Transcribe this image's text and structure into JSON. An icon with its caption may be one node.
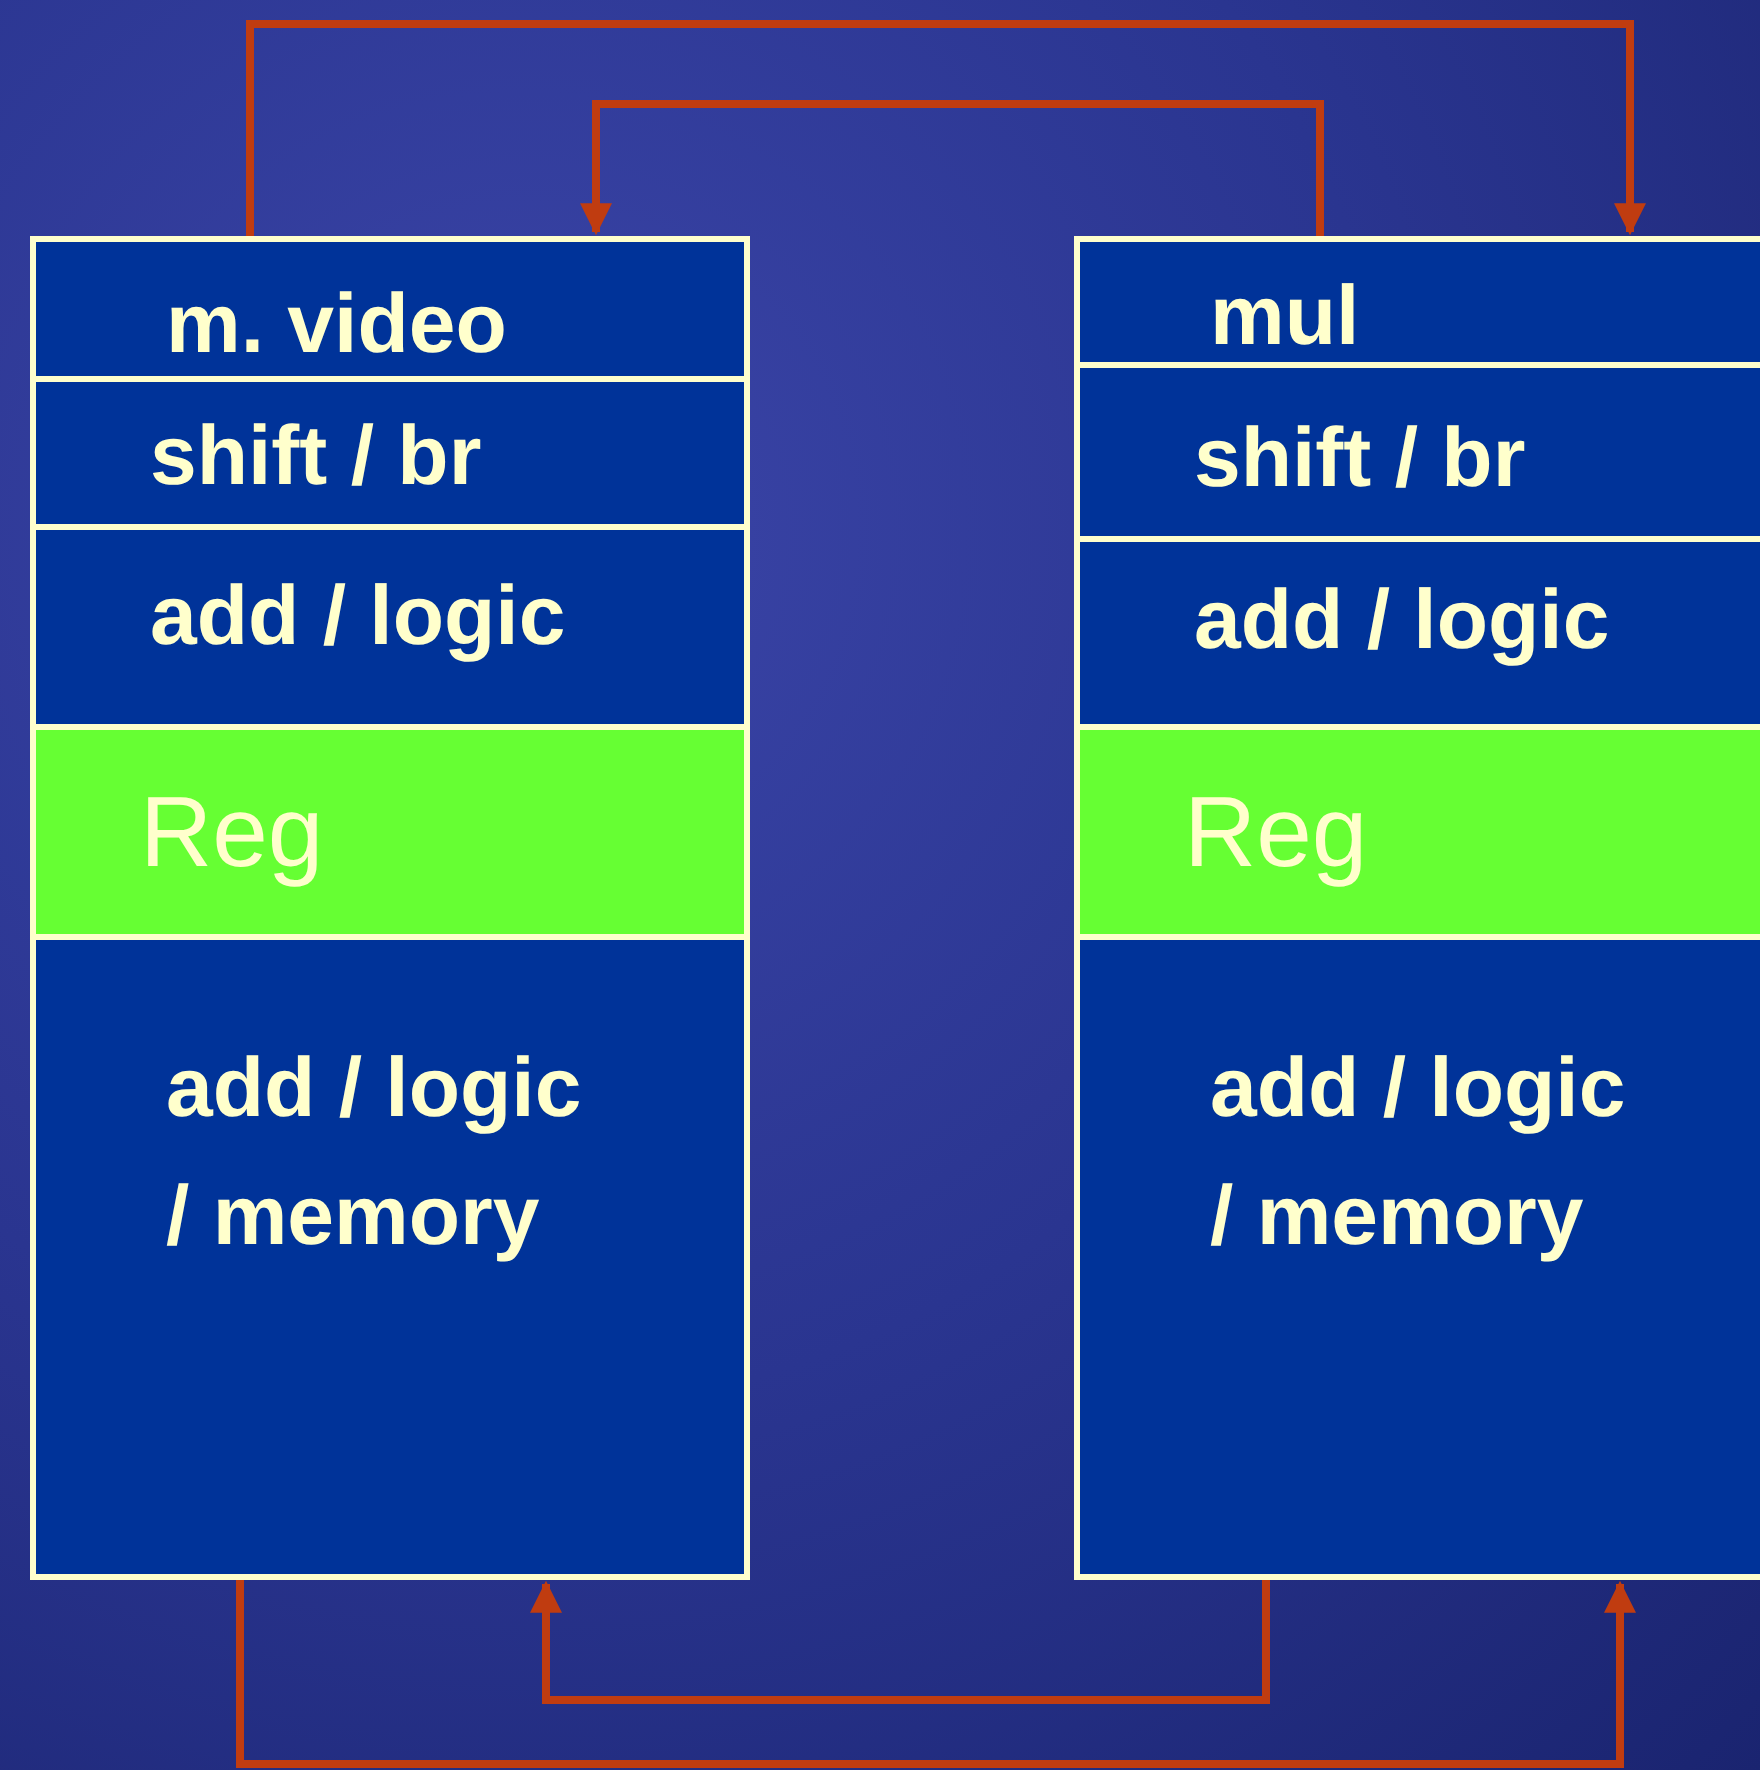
{
  "diagram": {
    "nodes": [
      {
        "text": [
          "m. video"
        ]
      },
      {
        "text": [
          "shift / br"
        ]
      },
      {
        "text": [
          "add / logic"
        ]
      },
      {
        "text": [
          "Reg"
        ]
      },
      {
        "text": [
          "add / logic / memory"
        ]
      },
      {
        "text": [
          "mul"
        ]
      },
      {
        "text": [
          "shift / br"
        ]
      },
      {
        "text": [
          "add / logic"
        ]
      },
      {
        "text": [
          "Reg"
        ]
      },
      {
        "text": [
          "add / logic / memory"
        ]
      }
    ],
    "edges": [
      {
        "from": 0,
        "to": 5,
        "arrow": "to"
      },
      {
        "from": 5,
        "to": 0,
        "arrow": "to"
      },
      {
        "from": 9,
        "to": 4,
        "arrow": "to"
      },
      {
        "from": 4,
        "to": 9,
        "arrow": "to"
      }
    ]
  }
}
